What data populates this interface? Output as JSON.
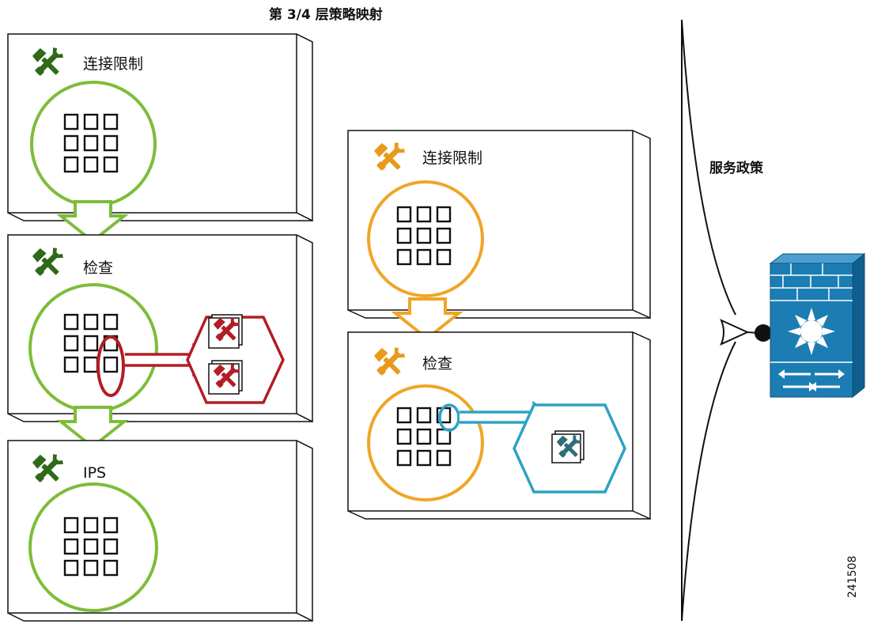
{
  "title": "第 3/4 层策略映射",
  "service_policy_label": "服务政策",
  "figure_number": "241508",
  "colors": {
    "green": "#7dbd3a",
    "orange": "#f0a526",
    "red": "#b21e24",
    "cyan": "#2ea3c4",
    "device_blue": "#1b7db3",
    "tool_green": "#2f6a1a",
    "tool_orange": "#e79a1d"
  },
  "left_stack": {
    "boxes": [
      {
        "label": "连接限制",
        "icon": "tools-icon"
      },
      {
        "label": "检查",
        "icon": "tools-icon"
      },
      {
        "label": "IPS",
        "icon": "tools-icon"
      }
    ],
    "inspection_engine": {
      "icon": "hexagon-tools-icon",
      "tool_count": 2
    }
  },
  "middle_stack": {
    "boxes": [
      {
        "label": "连接限制",
        "icon": "tools-icon"
      },
      {
        "label": "检查",
        "icon": "tools-icon"
      }
    ],
    "inspection_engine": {
      "icon": "hexagon-tools-icon",
      "tool_count": 1
    }
  },
  "device": {
    "icon": "firewall-switch-icon"
  }
}
